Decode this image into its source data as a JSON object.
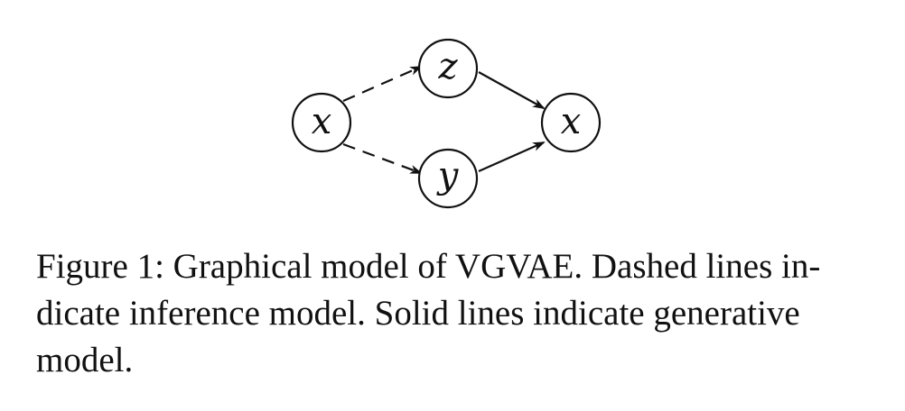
{
  "diagram": {
    "nodes": [
      {
        "id": "x_in",
        "label": "x"
      },
      {
        "id": "z",
        "label": "z"
      },
      {
        "id": "y",
        "label": "y"
      },
      {
        "id": "x_out",
        "label": "x"
      }
    ],
    "edges": [
      {
        "from": "x_in",
        "to": "z",
        "style": "dashed"
      },
      {
        "from": "x_in",
        "to": "y",
        "style": "dashed"
      },
      {
        "from": "z",
        "to": "x_out",
        "style": "solid"
      },
      {
        "from": "y",
        "to": "x_out",
        "style": "solid"
      }
    ]
  },
  "caption": {
    "line1": "Figure 1: Graphical model of VGVAE. Dashed lines in-",
    "line2": "dicate inference model.  Solid lines indicate generative",
    "line3": "model."
  }
}
